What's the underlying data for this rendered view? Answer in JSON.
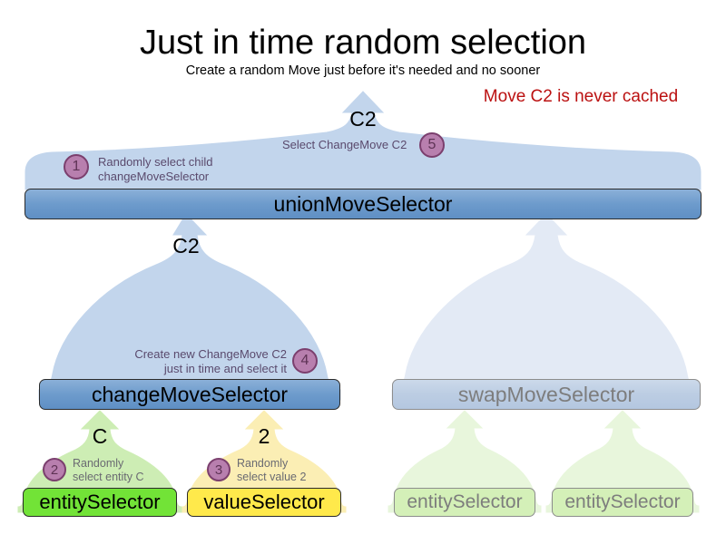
{
  "header": {
    "title": "Just in time random selection",
    "subtitle": "Create a random Move just before it's needed and no sooner",
    "note": "Move C2 is never cached",
    "note_color": "#bb1111"
  },
  "nodes": {
    "union": "unionMoveSelector",
    "change": "changeMoveSelector",
    "swap": "swapMoveSelector",
    "entity": "entitySelector",
    "value": "valueSelector",
    "swap_entity_a": "entitySelector",
    "swap_entity_b": "entitySelector"
  },
  "edge_labels": {
    "top_c2": "C2",
    "change_c2": "C2",
    "entity_c": "C",
    "value_2": "2"
  },
  "steps": [
    {
      "number": "1",
      "text_line1": "Randomly select child",
      "text_line2": "changeMoveSelector"
    },
    {
      "number": "2",
      "text_line1": "Randomly",
      "text_line2": "select entity C"
    },
    {
      "number": "3",
      "text_line1": "Randomly",
      "text_line2": "select value 2"
    },
    {
      "number": "4",
      "text_line1": "Create new ChangeMove C2",
      "text_line2": "just in time and select it"
    },
    {
      "number": "5",
      "text_line1": "Select ChangeMove C2",
      "text_line2": ""
    }
  ],
  "colors": {
    "arrow_blue_fill": "#c2d5ec",
    "arrow_blue_stroke": "#c2d5ec",
    "arrow_blue_faded": "#e3eaf5",
    "arrow_green": "#cdedb4",
    "arrow_green_faded": "#e8f6dc",
    "arrow_yellow": "#fbeeb4",
    "box_blue": "#6d9bcc",
    "box_blue_faded": "#bccde3",
    "box_green": "#72e337",
    "box_yellow": "#ffe94b",
    "badge_fill": "#b87fae",
    "badge_stroke": "#7b3f6e",
    "annotation_text": "#5a4a6d"
  }
}
